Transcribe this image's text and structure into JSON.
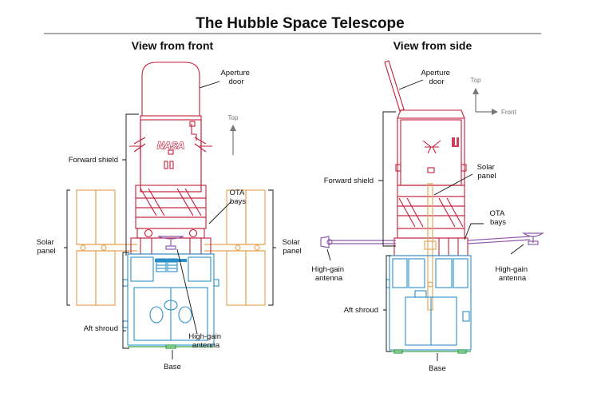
{
  "title": "The Hubble Space Telescope",
  "views": {
    "front": {
      "heading": "View from front",
      "labels": {
        "aperture_door": [
          "Aperture",
          "door"
        ],
        "forward_shield": "Forward shield",
        "solar_panel_left": [
          "Solar",
          "panel"
        ],
        "solar_panel_right": [
          "Solar",
          "panel"
        ],
        "ota_bays": [
          "OTA",
          "bays"
        ],
        "aft_shroud": "Aft shroud",
        "high_gain_antenna": [
          "High-gain",
          "antenna"
        ],
        "base": "Base"
      },
      "direction": {
        "top": "Top"
      },
      "logo": "NASA"
    },
    "side": {
      "heading": "View from side",
      "labels": {
        "aperture_door": [
          "Aperture",
          "door"
        ],
        "forward_shield": "Forward shield",
        "solar_panel": [
          "Solar",
          "panel"
        ],
        "ota_bays": [
          "OTA",
          "bays"
        ],
        "high_gain_antenna_left": [
          "High-gain",
          "antenna"
        ],
        "high_gain_antenna_right": [
          "High-gain",
          "antenna"
        ],
        "aft_shroud": "Aft shroud",
        "base": "Base"
      },
      "direction": {
        "top": "Top",
        "front": "Front"
      }
    }
  },
  "colors": {
    "telescope_tube": "#c41e3a",
    "aft_shroud": "#2a8fc9",
    "solar_panels": "#e6a85a",
    "antenna": "#8e5aa8",
    "base": "#37a84a",
    "direction_arrows": "#777777"
  }
}
